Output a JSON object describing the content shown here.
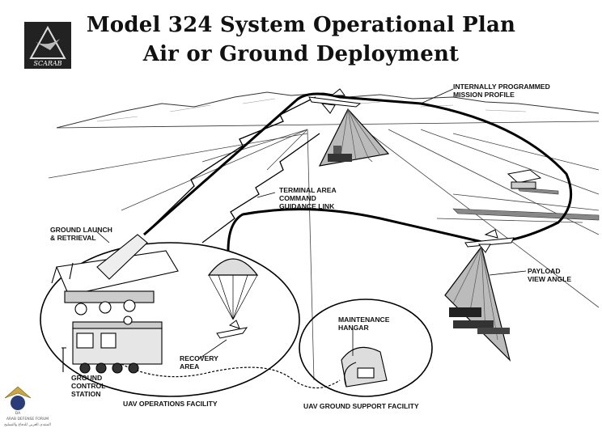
{
  "header": {
    "title_line1": "Model 324 System Operational Plan",
    "title_line2": "Air or Ground Deployment"
  },
  "logo": {
    "text": "SCARAB"
  },
  "labels": {
    "mission_profile_1": "INTERNALLY PROGRAMMED",
    "mission_profile_2": "MISSION PROFILE",
    "terminal_1": "TERMINAL AREA",
    "terminal_2": "COMMAND",
    "terminal_3": "GUIDANCE LINK",
    "launch_1": "GROUND LAUNCH",
    "launch_2": "& RETRIEVAL",
    "payload_1": "PAYLOAD",
    "payload_2": "VIEW ANGLE",
    "maint_1": "MAINTENANCE",
    "maint_2": "HANGAR",
    "recovery_1": "RECOVERY",
    "recovery_2": "AREA",
    "station_1": "GROUND",
    "station_2": "CONTROL",
    "station_3": "STATION",
    "ops_facility": "UAV OPERATIONS FACILITY",
    "support_facility": "UAV GROUND SUPPORT FACILITY"
  },
  "watermark": {
    "line1": "DA",
    "line2": "ARAB DEFENSE FORUM",
    "line3": "المنتدى العربي للدفاع والتسليح"
  }
}
